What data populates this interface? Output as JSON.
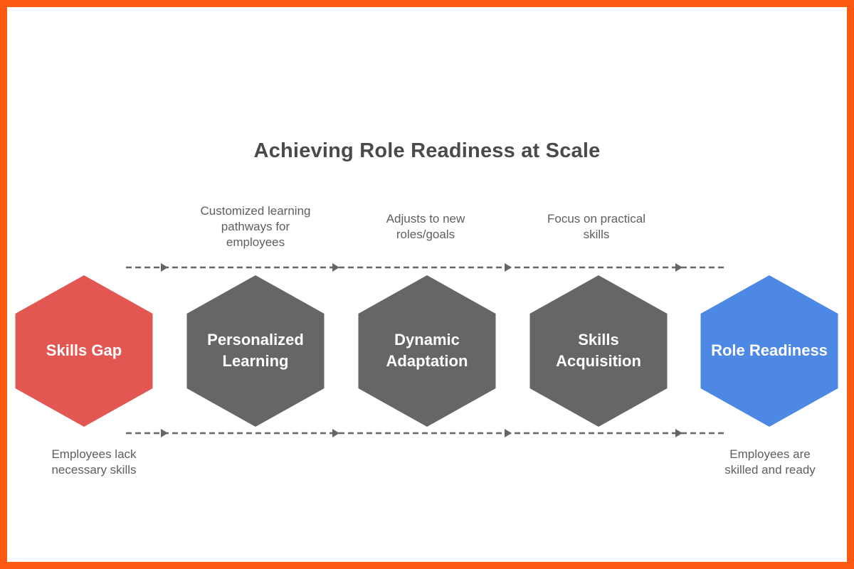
{
  "title": "Achieving Role Readiness at Scale",
  "colors": {
    "frame": "#FF5A14",
    "background": "#FFFFFF",
    "start": "#E35752",
    "step": "#666666",
    "end": "#4C88E4",
    "connector": "#666666",
    "title_text": "#4A4A4A",
    "note_text": "#5E5E5E"
  },
  "stages": [
    {
      "label_line1": "Skills Gap",
      "label_line2": "",
      "type": "start",
      "note": {
        "position": "bottom",
        "lines": [
          "Employees lack",
          "necessary skills"
        ]
      }
    },
    {
      "label_line1": "Personalized",
      "label_line2": "Learning",
      "type": "step",
      "note": {
        "position": "top",
        "lines": [
          "Customized learning",
          "pathways for",
          "employees"
        ]
      }
    },
    {
      "label_line1": "Dynamic",
      "label_line2": "Adaptation",
      "type": "step",
      "note": {
        "position": "top",
        "lines": [
          "Adjusts to new",
          "roles/goals"
        ]
      }
    },
    {
      "label_line1": "Skills",
      "label_line2": "Acquisition",
      "type": "step",
      "note": {
        "position": "top",
        "lines": [
          "Focus on practical",
          "skills"
        ]
      }
    },
    {
      "label_line1": "Role Readiness",
      "label_line2": "",
      "type": "end",
      "note": {
        "position": "bottom",
        "lines": [
          "Employees are",
          "skilled and ready"
        ]
      }
    }
  ]
}
